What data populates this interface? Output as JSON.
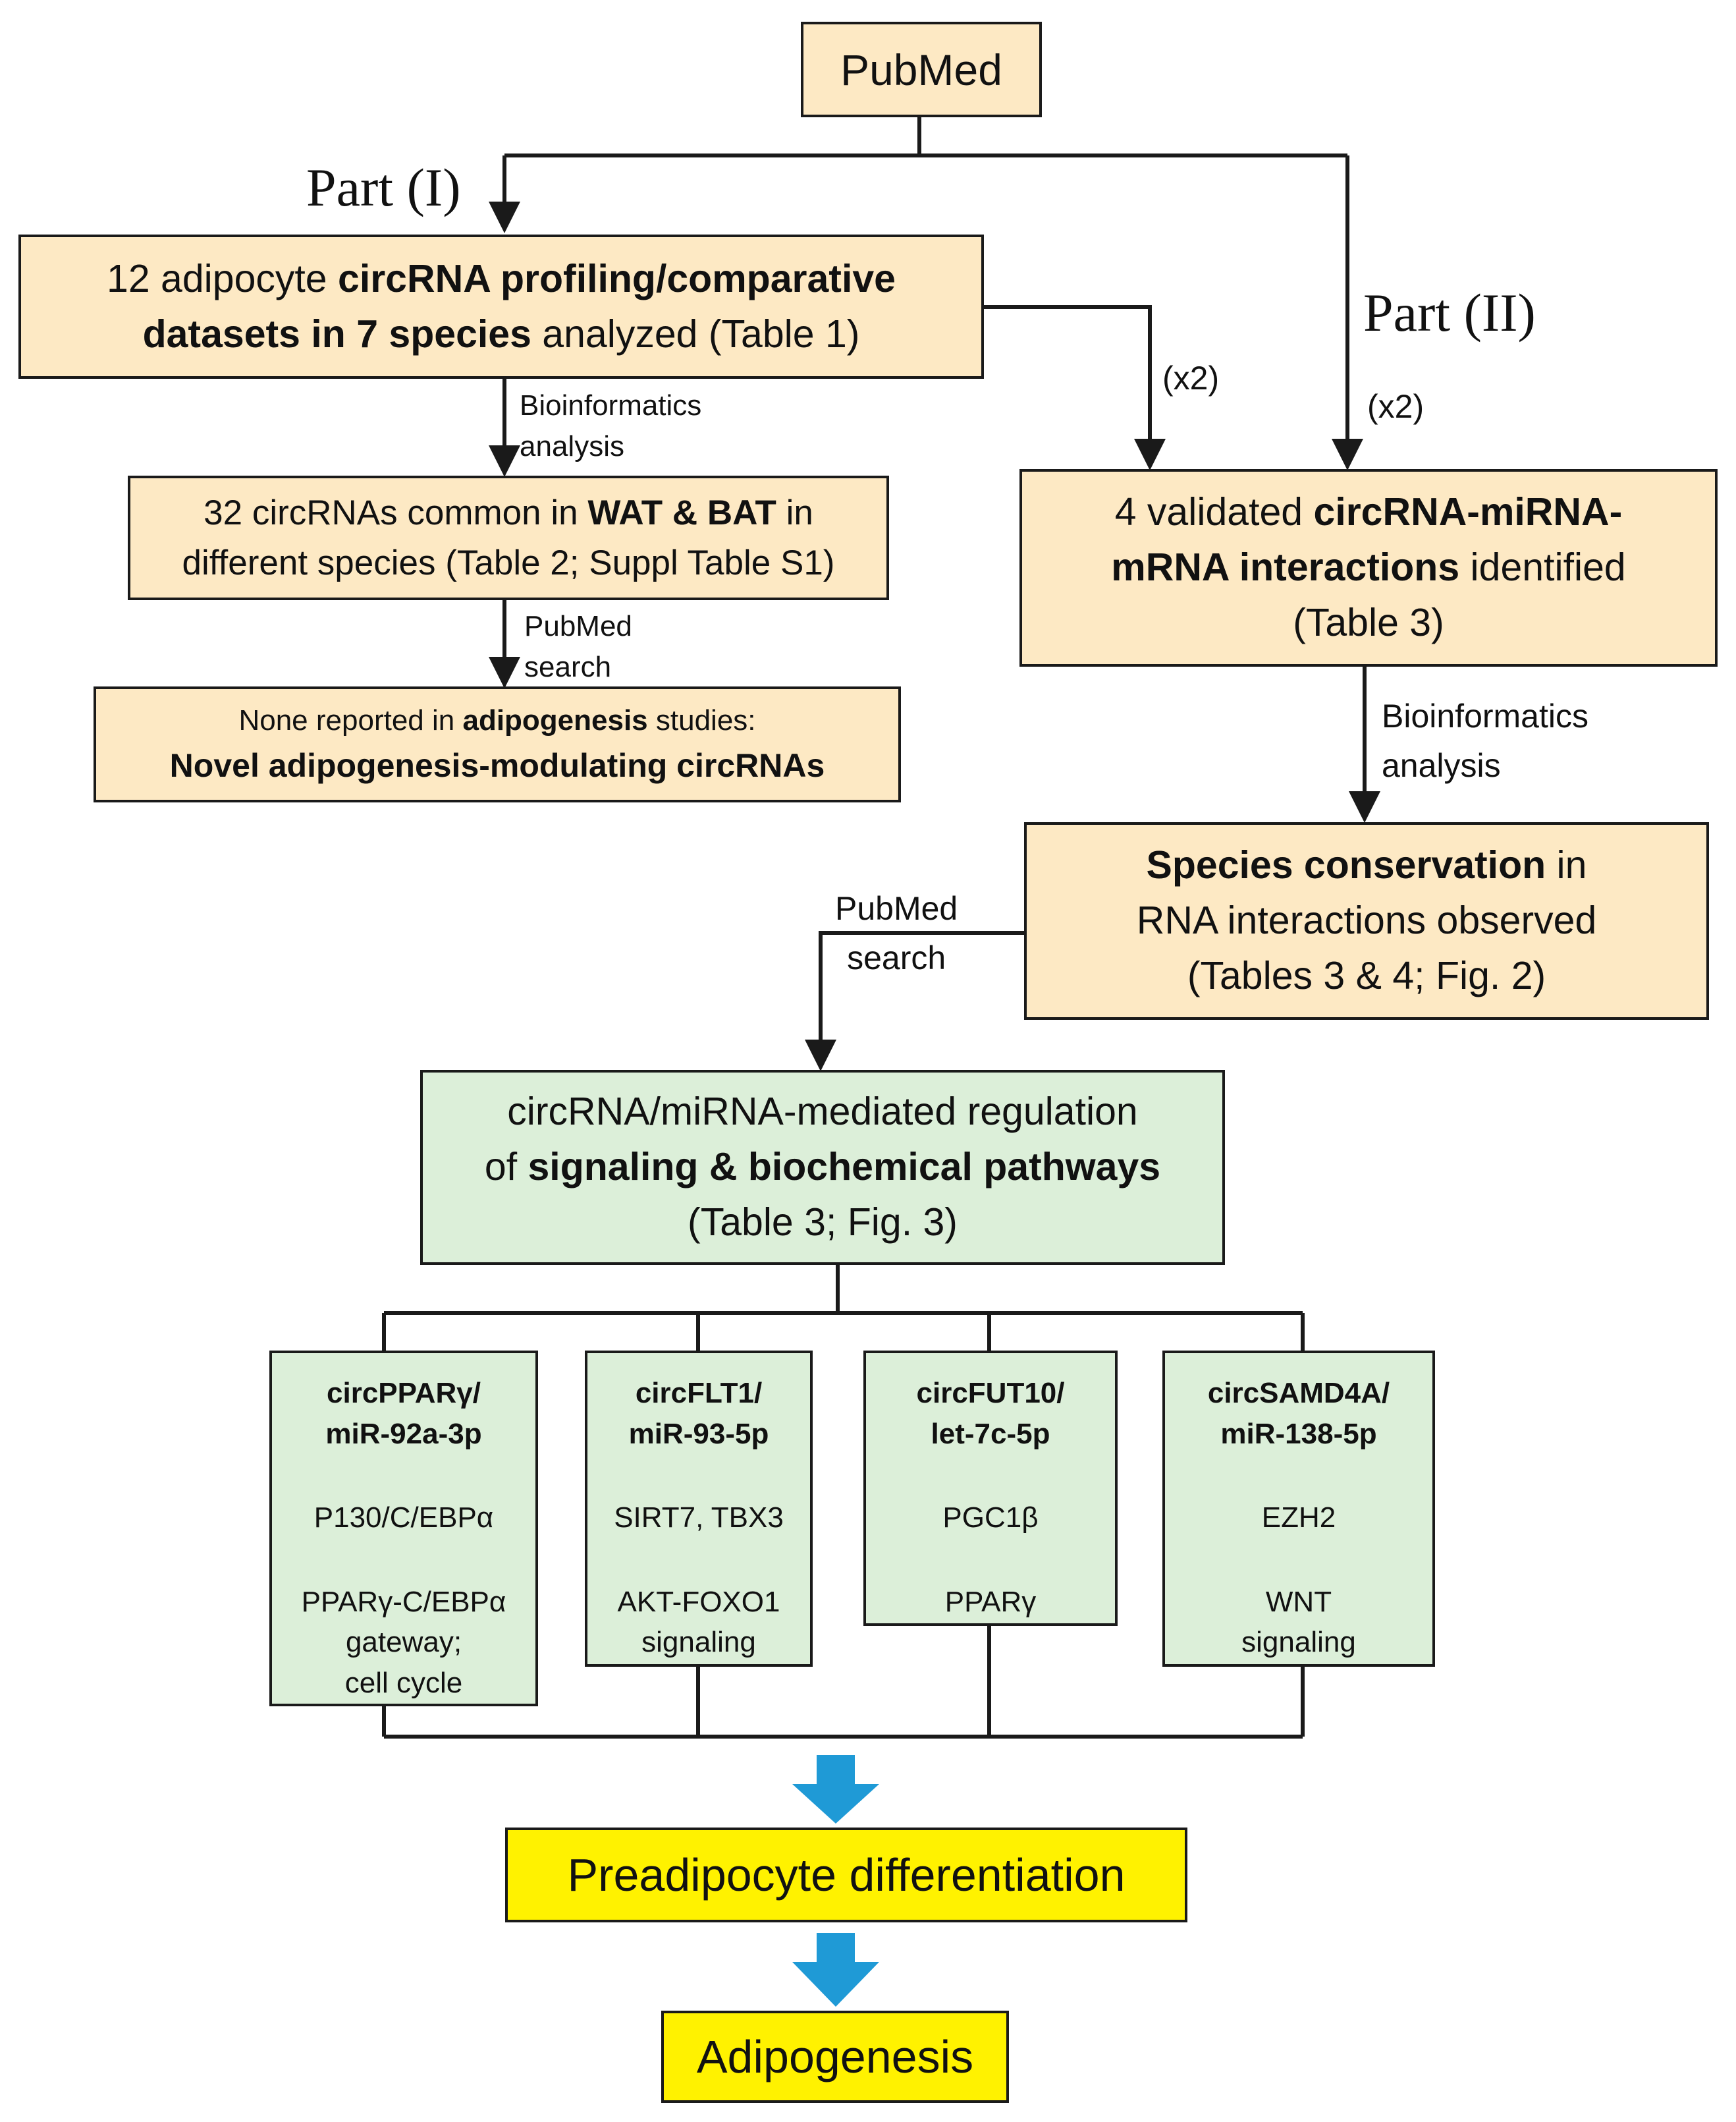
{
  "pubmed": "PubMed",
  "part1_label": "Part (I)",
  "part2_label": "Part (II)",
  "x2_a": "(x2)",
  "x2_b": "(x2)",
  "box_profiling": {
    "l1_pre": "12 adipocyte ",
    "l1_bold": "circRNA profiling/comparative",
    "l2_bold": "datasets in 7 species",
    "l2_post": " analyzed (Table 1)"
  },
  "bioinfo_1": [
    "Bioinformatics",
    "analysis"
  ],
  "box_common": {
    "l1_pre": "32 circRNAs common in ",
    "l1_bold": "WAT & BAT",
    "l1_post": " in",
    "l2": "different species (Table 2; Suppl Table S1)"
  },
  "pubmed_search_1": [
    "PubMed",
    "search"
  ],
  "box_novel": {
    "l1_pre": "None reported in ",
    "l1_bold": "adipogenesis",
    "l1_post": " studies:",
    "l2_bold": "Novel adipogenesis-modulating  circRNAs"
  },
  "box_validated": {
    "l1_pre": "4 validated ",
    "l1_bold": "circRNA-miRNA-",
    "l2_bold": "mRNA interactions",
    "l2_post": " identified",
    "l3": "(Table 3)"
  },
  "bioinfo_2": [
    "Bioinformatics",
    "analysis"
  ],
  "box_conservation": {
    "l1_bold": "Species conservation",
    "l1_post": " in",
    "l2": "RNA interactions observed",
    "l3": "(Tables 3 & 4; Fig. 2)"
  },
  "pubmed_search_2": [
    "PubMed",
    "search"
  ],
  "box_regulation": {
    "l1": "circRNA/miRNA-mediated regulation",
    "l2_pre": "of ",
    "l2_bold": "signaling & biochemical pathways",
    "l3": "(Table 3; Fig. 3)"
  },
  "pathways": [
    {
      "title": [
        "circPPARγ/",
        "miR-92a-3p"
      ],
      "target": [
        "P130/C/EBPα"
      ],
      "outcome": [
        "PPARγ-C/EBPα",
        "gateway;",
        "cell cycle"
      ]
    },
    {
      "title": [
        "circFLT1/",
        "miR-93-5p"
      ],
      "target": [
        "SIRT7, TBX3"
      ],
      "outcome": [
        "AKT-FOXO1",
        "signaling"
      ]
    },
    {
      "title": [
        "circFUT10/",
        "let-7c-5p"
      ],
      "target": [
        "PGC1β"
      ],
      "outcome": [
        "PPARγ"
      ]
    },
    {
      "title": [
        "circSAMD4A/",
        "miR-138-5p"
      ],
      "target": [
        "EZH2"
      ],
      "outcome": [
        "WNT",
        "signaling"
      ]
    }
  ],
  "box_preadipocyte": "Preadipocyte differentiation",
  "box_adipogenesis": "Adipogenesis",
  "colors": {
    "tan": "#fde9c4",
    "green": "#dcefd9",
    "yellow": "#fff200",
    "blue_arrow": "#1f9ad6",
    "line": "#1a1a1a"
  }
}
